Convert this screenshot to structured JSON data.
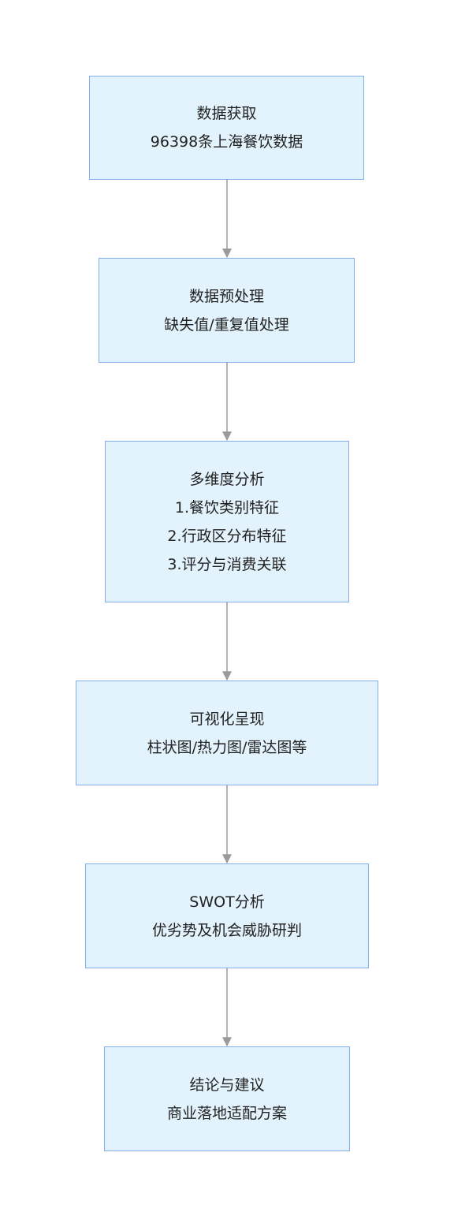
{
  "nodes": [
    {
      "lines": [
        "数据获取",
        "96398条上海餐饮数据"
      ]
    },
    {
      "lines": [
        "数据预处理",
        "缺失值/重复值处理"
      ]
    },
    {
      "lines": [
        "多维度分析",
        "1.餐饮类别特征",
        "2.行政区分布特征",
        "3.评分与消费关联"
      ]
    },
    {
      "lines": [
        "可视化呈现",
        "柱状图/热力图/雷达图等"
      ]
    },
    {
      "lines": [
        "SWOT分析",
        "优劣势及机会威胁研判"
      ]
    },
    {
      "lines": [
        "结论与建议",
        "商业落地适配方案"
      ]
    }
  ],
  "colors": {
    "node_fill": "#e3f3fd",
    "node_border": "#84aee7",
    "arrow": "#9a9a9a",
    "text": "#222222"
  }
}
